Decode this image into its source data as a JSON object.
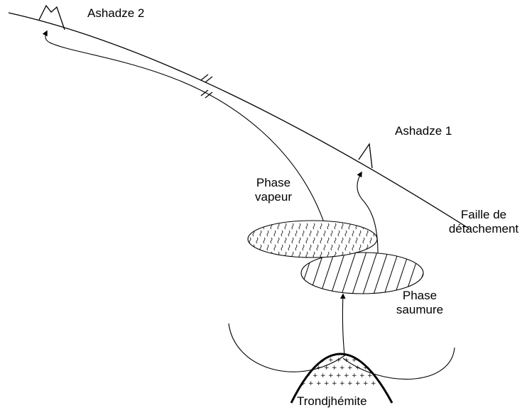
{
  "labels": {
    "ashadze2": "Ashadze 2",
    "ashadze1": "Ashadze 1",
    "phase_vapeur_1": "Phase",
    "phase_vapeur_2": "vapeur",
    "faille_1": "Faille de",
    "faille_2": "détachement",
    "phase_saumure_1": "Phase",
    "phase_saumure_2": "saumure",
    "trondhjemite": "Trondjhémite"
  },
  "colors": {
    "stroke": "#000000",
    "background": "#ffffff"
  }
}
